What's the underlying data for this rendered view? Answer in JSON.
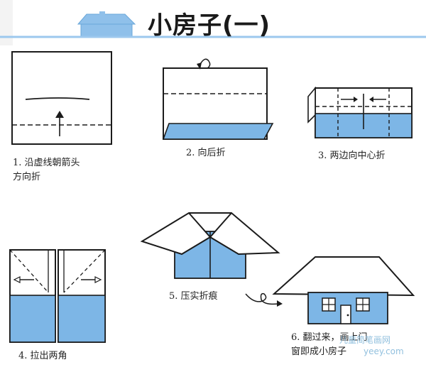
{
  "title": "小房子(一)",
  "colors": {
    "paper_blue": "#7db6e6",
    "line": "#1b1b1b",
    "banner_blue": "#8fc0ea"
  },
  "steps": [
    {
      "caption_lines": [
        "1. 沿虚线朝箭头",
        "方向折"
      ]
    },
    {
      "caption_lines": [
        "2. 向后折"
      ]
    },
    {
      "caption_lines": [
        "3. 两边向中心折"
      ]
    },
    {
      "caption_lines": [
        "4. 拉出两角"
      ]
    },
    {
      "caption_lines": [
        "5. 压实折痕"
      ]
    },
    {
      "caption_lines": [
        "6. 翻过来，画上门",
        "窗即成小房子"
      ]
    }
  ],
  "watermark": {
    "text": "儿童简笔画网",
    "url": "yeey.com"
  }
}
